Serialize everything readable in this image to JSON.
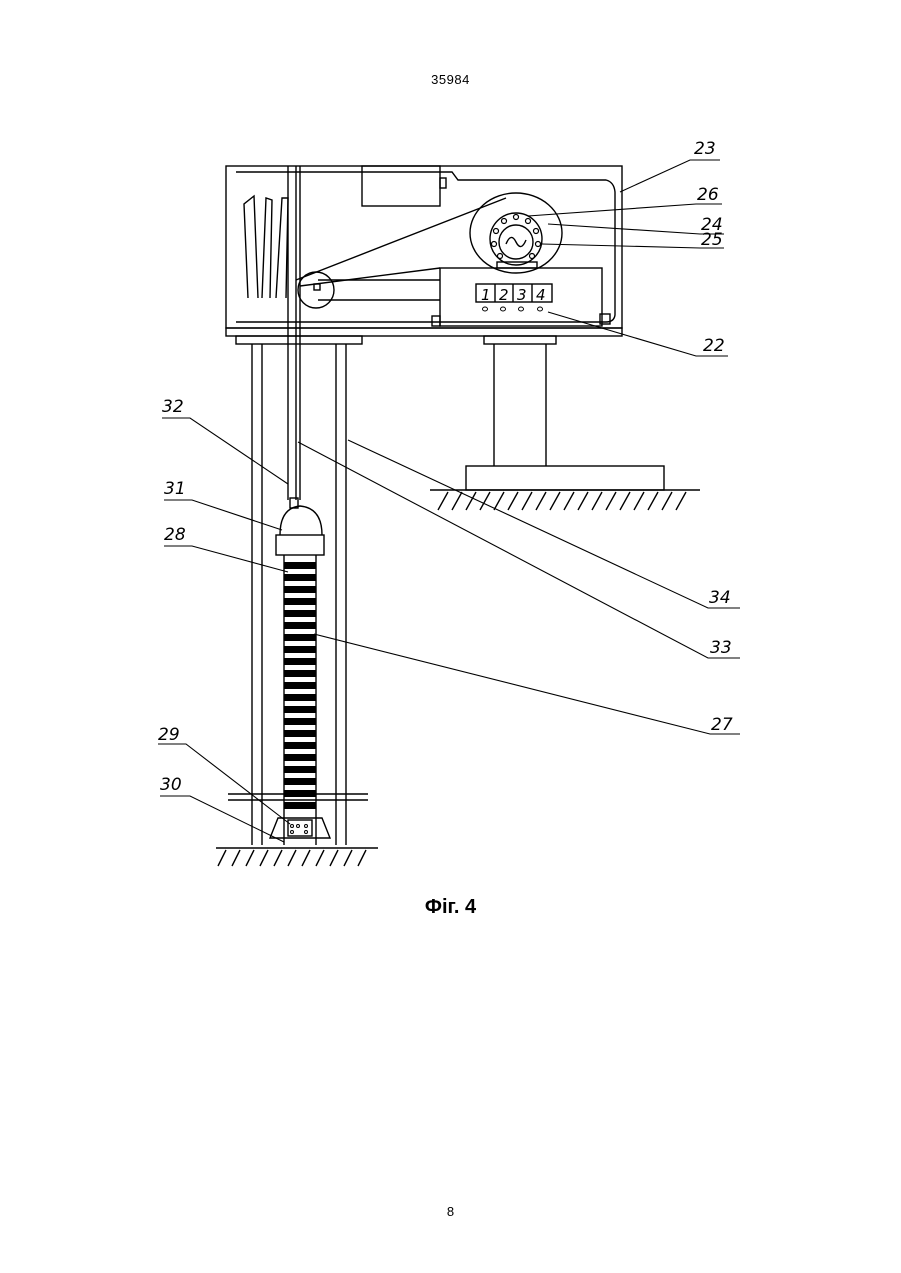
{
  "document": {
    "number": "35984",
    "page_number": "8"
  },
  "figure": {
    "caption": "Фіг. 4",
    "reference_numerals": [
      "22",
      "23",
      "24",
      "25",
      "26",
      "27",
      "28",
      "29",
      "30",
      "31",
      "32",
      "33",
      "34"
    ],
    "control_panel_cells": [
      "1",
      "2",
      "3",
      "4"
    ]
  }
}
